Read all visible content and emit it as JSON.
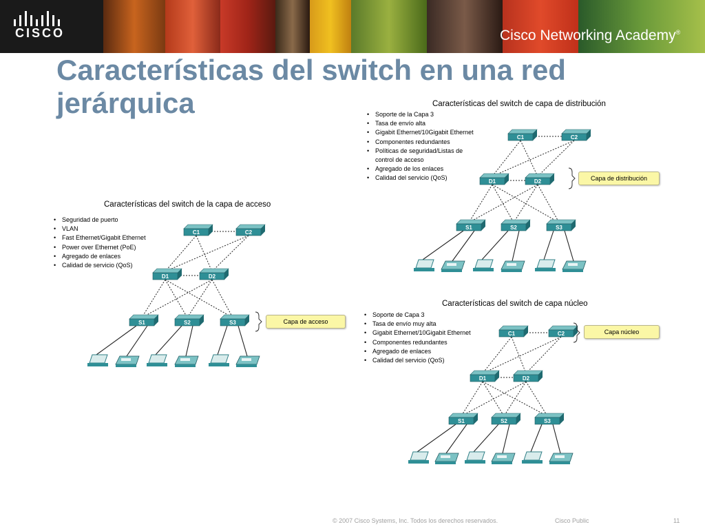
{
  "header": {
    "logo_text": "CISCO",
    "academy_title": "Cisco Networking Academy",
    "academy_reg": "®"
  },
  "slide": {
    "title": "Características del switch en una red jerárquica"
  },
  "access_panel": {
    "title": "Características del switch de la capa de acceso",
    "bullets": [
      "Seguridad de puerto",
      "VLAN",
      "Fast Ethernet/Gigabit Ethernet",
      "Power over Ethernet (PoE)",
      "Agregado de enlaces",
      "Calidad de servicio (QoS)"
    ],
    "callout": "Capa de acceso"
  },
  "distribution_panel": {
    "title": "Características del switch de capa de distribución",
    "bullets": [
      "Soporte de la Capa 3",
      "Tasa de envío alta",
      "Gigabit Ethernet/10Gigabit Ethernet",
      "Componentes redundantes",
      "Políticas de seguridad/Listas de control de acceso",
      "Agregado de los enlaces",
      "Calidad del servicio (QoS)"
    ],
    "callout": "Capa de distribución"
  },
  "core_panel": {
    "title": "Características del switch de capa núcleo",
    "bullets": [
      "Soporte de Capa 3",
      "Tasa de envío muy alta",
      "Gigabit Ethernet/10Gigabit Ethernet",
      "Componentes redundantes",
      "Agregado de enlaces",
      "Calidad del servicio (QoS)"
    ],
    "callout": "Capa núcleo"
  },
  "switch_labels": {
    "c1": "C1",
    "c2": "C2",
    "d1": "D1",
    "d2": "D2",
    "s1": "S1",
    "s2": "S2",
    "s3": "S3"
  },
  "footer": {
    "copyright": "© 2007 Cisco Systems, Inc. Todos los derechos reservados.",
    "classification": "Cisco Public",
    "page_number": "11"
  },
  "colors": {
    "title": "#6b89a4",
    "switch_face": "#2f8f96",
    "switch_top": "#7cc2c4",
    "callout_bg": "#fbf7a6",
    "header_bg": "#1a1a1a"
  }
}
